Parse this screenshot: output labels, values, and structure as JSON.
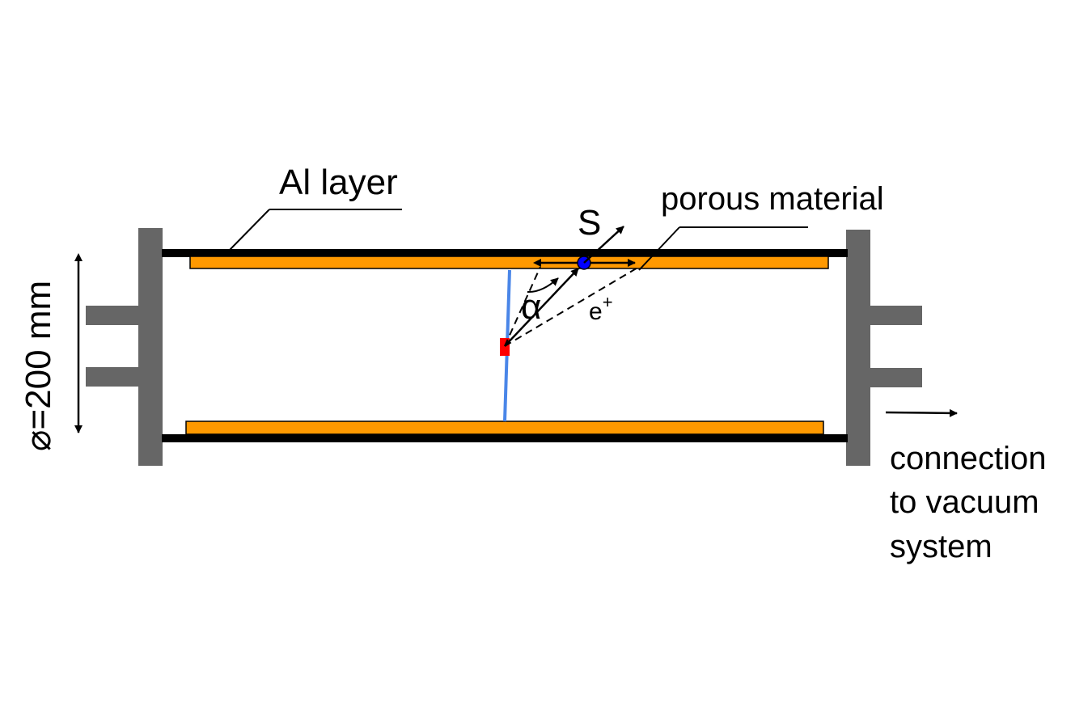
{
  "labels": {
    "al_layer": "Al layer",
    "porous_material": "porous material",
    "spin": "S",
    "angle": "α",
    "positron": "e",
    "positron_charge": "+",
    "diameter": "⌀=200 mm",
    "connection_line1": "connection",
    "connection_line2": "to vacuum",
    "connection_line3": "system"
  },
  "colors": {
    "flange": "#666666",
    "tube_wall": "#000000",
    "porous_layer": "#ff9900",
    "positron_track": "#4a86e8",
    "source": "#ff0000",
    "spin_marker": "#0000ff"
  }
}
